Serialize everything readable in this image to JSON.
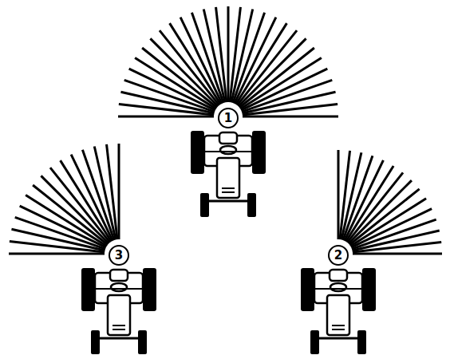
{
  "diagram": {
    "nodes": [
      {
        "text": [
          "1"
        ]
      },
      {
        "text": [
          "3"
        ]
      },
      {
        "text": [
          "2"
        ]
      }
    ]
  }
}
